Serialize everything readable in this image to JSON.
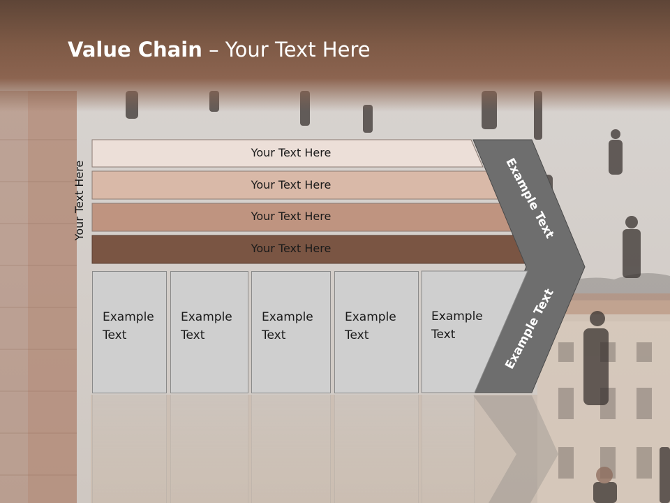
{
  "slide": {
    "title_bold": "Value Chain",
    "title_rest": " – Your Text Here",
    "side_label": "Your Text Here",
    "rows": [
      {
        "label": "Your Text Here",
        "color": "#ecdfd8"
      },
      {
        "label": "Your Text Here",
        "color": "#d9b9a8"
      },
      {
        "label": "Your Text Here",
        "color": "#bf9480"
      },
      {
        "label": "Your Text Here",
        "color": "#7a5543"
      }
    ],
    "boxes": [
      {
        "line1": "Example",
        "line2": "Text"
      },
      {
        "line1": "Example",
        "line2": "Text"
      },
      {
        "line1": "Example",
        "line2": "Text"
      },
      {
        "line1": "Example",
        "line2": "Text"
      },
      {
        "line1": "Example",
        "line2": "Text"
      }
    ],
    "chevron_top_text": "Example Text",
    "chevron_bottom_text": "Example Text",
    "colors": {
      "chevron": "#6e6e6e",
      "box": "#cfcfcf",
      "title_band": "#7e5a46"
    }
  }
}
